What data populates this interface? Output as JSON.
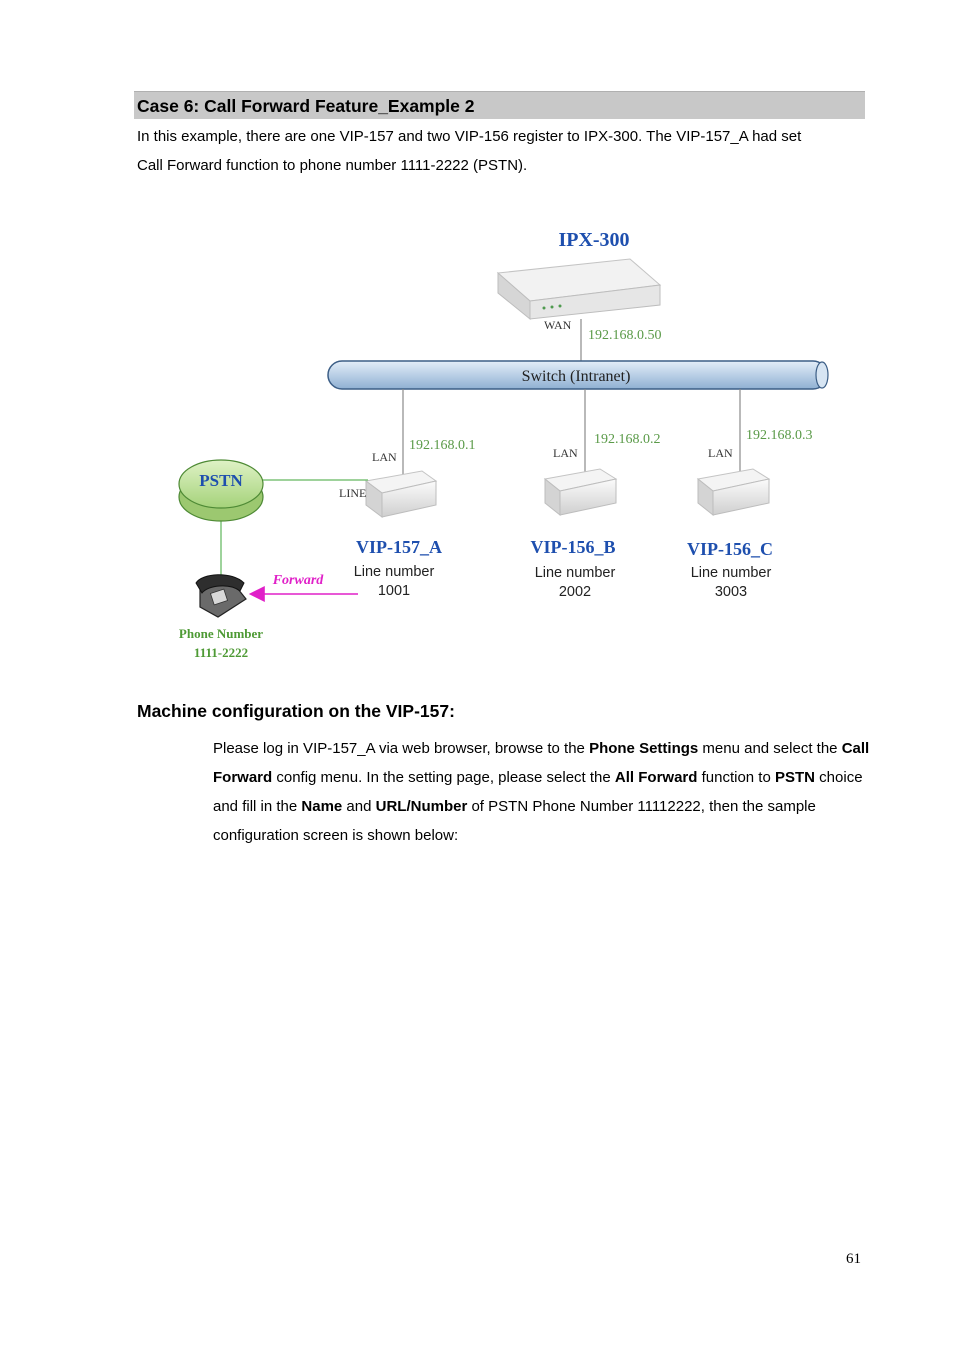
{
  "section": {
    "title": "Case 6: Call Forward Feature_Example 2"
  },
  "intro": {
    "line1": "In this example, there are one VIP-157 and two VIP-156 register to IPX-300. The VIP-157_A had set",
    "line2": "Call Forward function to phone number 1111-2222 (PSTN)."
  },
  "diagram": {
    "server_name": "IPX-300",
    "wan_label": "WAN",
    "wan_ip": "192.168.0.50",
    "switch_label": "Switch (Intranet)",
    "pstn_label": "PSTN",
    "line_label": "LINE",
    "forward_label": "Forward",
    "phone_number_title": "Phone Number",
    "phone_number_value": "1111-2222",
    "devices": [
      {
        "name": "VIP-157_A",
        "lan_label": "LAN",
        "ip": "192.168.0.1",
        "line_caption": "Line number",
        "line_number": "1001"
      },
      {
        "name": "VIP-156_B",
        "lan_label": "LAN",
        "ip": "192.168.0.2",
        "line_caption": "Line number",
        "line_number": "2002"
      },
      {
        "name": "VIP-156_C",
        "lan_label": "LAN",
        "ip": "192.168.0.3",
        "line_caption": "Line number",
        "line_number": "3003"
      }
    ]
  },
  "machine_config": {
    "heading": "Machine configuration on the VIP-157:",
    "p1": "Please log in VIP-157_A via web browser, browse to the ",
    "b1": "Phone Settings",
    "p2": " menu and select the ",
    "b2": "Call Forward",
    "p3": " config menu. In the setting page, please select the ",
    "b3": "All Forward",
    "p4": " function to ",
    "b4": "PSTN",
    "p5": " choice and fill in the ",
    "b5": "Name",
    "p6": " and ",
    "b6": "URL/Number",
    "p7": " of PSTN Phone Number 11112222, then the sample configuration screen is shown below:"
  },
  "page_number": "61"
}
